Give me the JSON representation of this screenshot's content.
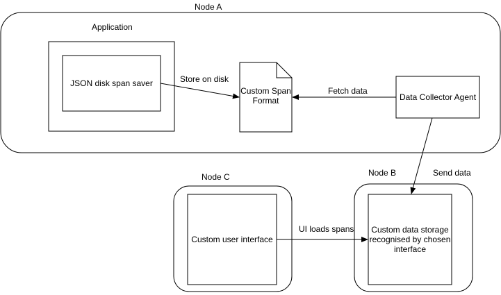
{
  "nodes": {
    "node_a": "Node A",
    "node_b": "Node B",
    "node_c": "Node C",
    "application": "Application"
  },
  "components": {
    "json_saver": "JSON disk span saver",
    "custom_span_format": "Custom Span Format",
    "data_collector": "Data Collector Agent",
    "custom_ui": "Custom user interface",
    "custom_storage": "Custom data storage recognised by chosen interface"
  },
  "edges": {
    "store_on_disk": "Store on disk",
    "fetch_data": "Fetch data",
    "send_data": "Send data",
    "ui_loads_spans": "UI loads spans"
  }
}
